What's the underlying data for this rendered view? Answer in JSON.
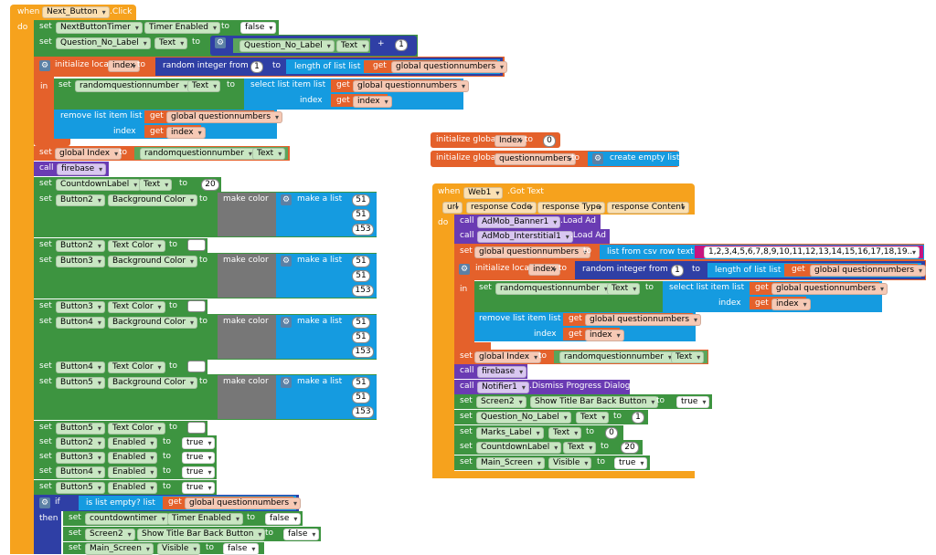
{
  "next_event": {
    "when": "when",
    "component": "Next_Button",
    "event": ".Click",
    "do": "do",
    "rows": {
      "r1": {
        "set": "set",
        "comp": "NextButtonTimer",
        "prop": "Timer Enabled",
        "to": "to",
        "val": "false"
      },
      "r2": {
        "set": "set",
        "comp": "Question_No_Label",
        "prop": "Text",
        "to": "to",
        "comp2": "Question_No_Label",
        "prop2": "Text",
        "op": "+",
        "num": "1"
      },
      "r3": {
        "label": "initialize local",
        "var": "index",
        "to": "to",
        "rand": "random integer from",
        "from": "1",
        "to2": "to",
        "len": "length of list  list",
        "get": "get",
        "gvar": "global questionnumbers"
      },
      "r4": {
        "in": "in",
        "set": "set",
        "comp": "randomquestionnumber",
        "prop": "Text",
        "to": "to",
        "select": "select list item  list",
        "get": "get",
        "gvar": "global questionnumbers",
        "index": "index",
        "get2": "get",
        "var": "index"
      },
      "r5": {
        "remove": "remove list item  list",
        "get": "get",
        "gvar": "global questionnumbers",
        "index": "index",
        "get2": "get",
        "var": "index"
      },
      "r6": {
        "set": "set",
        "var": "global Index",
        "to": "to",
        "comp": "randomquestionnumber",
        "prop": "Text"
      },
      "r7": {
        "call": "call",
        "comp": "firebase"
      },
      "r8": {
        "set": "set",
        "comp": "CountdownLabel",
        "prop": "Text",
        "to": "to",
        "num": "20"
      },
      "color_blocks": [
        {
          "set": "set",
          "comp": "Button2",
          "prop": "Background Color",
          "to": "to",
          "make": "make color",
          "list": "make a list",
          "v1": "51",
          "v2": "51",
          "v3": "153",
          "tc_comp": "Button2",
          "tc_prop": "Text Color"
        },
        {
          "set": "set",
          "comp": "Button3",
          "prop": "Background Color",
          "to": "to",
          "make": "make color",
          "list": "make a list",
          "v1": "51",
          "v2": "51",
          "v3": "153",
          "tc_comp": "Button3",
          "tc_prop": "Text Color"
        },
        {
          "set": "set",
          "comp": "Button4",
          "prop": "Background Color",
          "to": "to",
          "make": "make color",
          "list": "make a list",
          "v1": "51",
          "v2": "51",
          "v3": "153",
          "tc_comp": "Button4",
          "tc_prop": "Text Color"
        },
        {
          "set": "set",
          "comp": "Button5",
          "prop": "Background Color",
          "to": "to",
          "make": "make color",
          "list": "make a list",
          "v1": "51",
          "v2": "51",
          "v3": "153",
          "tc_comp": "Button5",
          "tc_prop": "Text Color"
        }
      ],
      "enabled": [
        {
          "set": "set",
          "comp": "Button2",
          "prop": "Enabled",
          "to": "to",
          "val": "true"
        },
        {
          "set": "set",
          "comp": "Button3",
          "prop": "Enabled",
          "to": "to",
          "val": "true"
        },
        {
          "set": "set",
          "comp": "Button4",
          "prop": "Enabled",
          "to": "to",
          "val": "true"
        },
        {
          "set": "set",
          "comp": "Button5",
          "prop": "Enabled",
          "to": "to",
          "val": "true"
        }
      ],
      "if": {
        "if": "if",
        "empty": "is list empty?  list",
        "get": "get",
        "gvar": "global questionnumbers",
        "then": "then"
      },
      "then_rows": [
        {
          "set": "set",
          "comp": "countdowntimer",
          "prop": "Timer Enabled",
          "to": "to",
          "val": "false"
        },
        {
          "set": "set",
          "comp": "Screen2",
          "prop": "Show Title Bar Back Button",
          "to": "to",
          "val": "false"
        },
        {
          "set": "set",
          "comp": "Main_Screen",
          "prop": "Visible",
          "to": "to",
          "val": "false"
        }
      ]
    }
  },
  "globals": {
    "g1": {
      "label": "initialize global",
      "var": "Index",
      "to": "to",
      "num": "0"
    },
    "g2": {
      "label": "initialize global",
      "var": "questionnumbers",
      "to": "to",
      "create": "create empty list"
    }
  },
  "web_event": {
    "when": "when",
    "component": "Web1",
    "event": ".Got Text",
    "params": [
      "url",
      "response Code",
      "response Type",
      "response Content"
    ],
    "do": "do",
    "c1": {
      "call": "call",
      "comp": "AdMob_Banner1",
      "method": ".Load Ad"
    },
    "c2": {
      "call": "call",
      "comp": "AdMob_Interstitial1",
      "method": ".Load Ad"
    },
    "s1": {
      "set": "set",
      "var": "global questionnumbers",
      "to": "to",
      "csv": "list from csv row  text",
      "text": "1,2,3,4,5,6,7,8,9,10,11,12,13,14,15,16,17,18,19..."
    },
    "init": {
      "label": "initialize local",
      "var": "index",
      "to": "to",
      "rand": "random integer from",
      "from": "1",
      "to2": "to",
      "len": "length of list  list",
      "get": "get",
      "gvar": "global questionnumbers"
    },
    "in": {
      "in": "in",
      "set": "set",
      "comp": "randomquestionnumber",
      "prop": "Text",
      "to": "to",
      "select": "select list item  list",
      "get": "get",
      "gvar": "global questionnumbers",
      "index": "index",
      "get2": "get",
      "var": "index"
    },
    "rm": {
      "remove": "remove list item  list",
      "get": "get",
      "gvar": "global questionnumbers",
      "index": "index",
      "get2": "get",
      "var": "index"
    },
    "s2": {
      "set": "set",
      "var": "global Index",
      "to": "to",
      "comp": "randomquestionnumber",
      "prop": "Text"
    },
    "c3": {
      "call": "call",
      "comp": "firebase"
    },
    "c4": {
      "call": "call",
      "comp": "Notifier1",
      "method": ".Dismiss Progress Dialog"
    },
    "rows": [
      {
        "set": "set",
        "comp": "Screen2",
        "prop": "Show Title Bar Back Button",
        "to": "to",
        "val": "true"
      },
      {
        "set": "set",
        "comp": "Question_No_Label",
        "prop": "Text",
        "to": "to",
        "val": "1"
      },
      {
        "set": "set",
        "comp": "Marks_Label",
        "prop": "Text",
        "to": "to",
        "val": "0"
      },
      {
        "set": "set",
        "comp": "CountdownLabel",
        "prop": "Text",
        "to": "to",
        "val": "20"
      },
      {
        "set": "set",
        "comp": "Main_Screen",
        "prop": "Visible",
        "to": "to",
        "val": "true"
      }
    ]
  },
  "colors": {
    "event": "#f6a21d",
    "component": "#3d9440",
    "variable": "#e4612b",
    "procedure": "#6a3bb3",
    "list": "#159be0",
    "math": "#2f3fa5",
    "color": "#777777",
    "text": "#c7157f"
  }
}
